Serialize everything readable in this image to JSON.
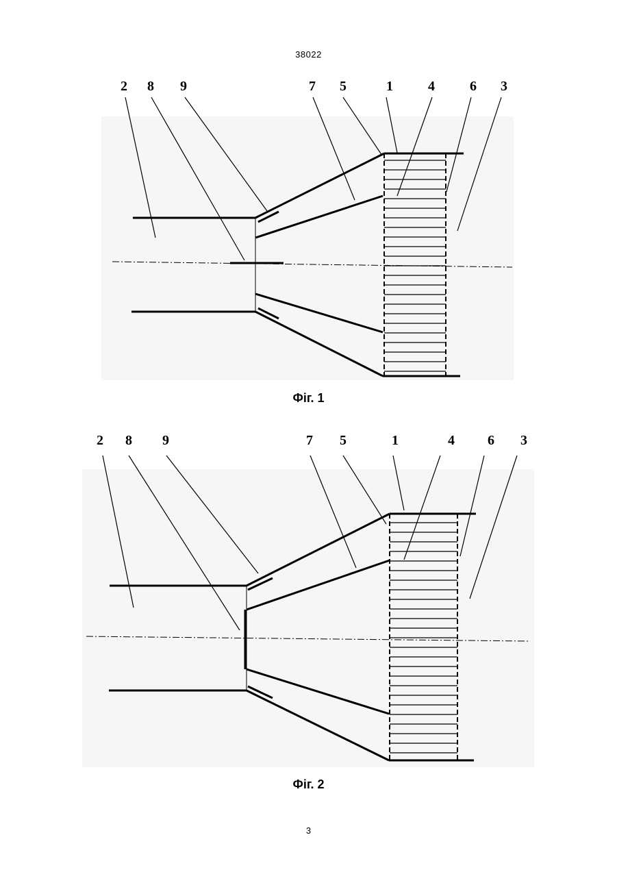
{
  "header": {
    "doc_number": "38022"
  },
  "figures": [
    {
      "caption": "Фіг. 1",
      "callouts": [
        "2",
        "8",
        "9",
        "7",
        "5",
        "1",
        "4",
        "6",
        "3"
      ]
    },
    {
      "caption": "Фіг. 2",
      "callouts": [
        "2",
        "8",
        "9",
        "7",
        "5",
        "1",
        "4",
        "6",
        "3"
      ]
    }
  ],
  "footer": {
    "page_number": "3"
  }
}
